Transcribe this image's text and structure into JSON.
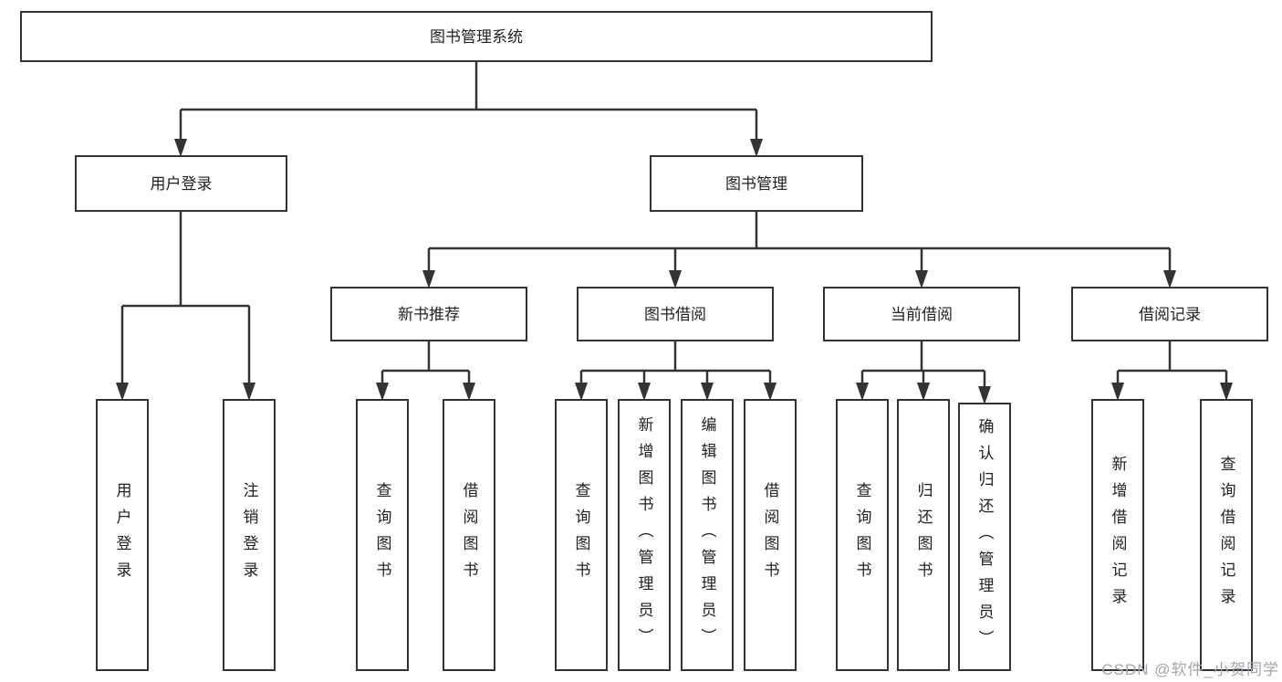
{
  "colors": {
    "line": "#333333",
    "box_bg": "#ffffff",
    "text": "#222222",
    "watermark": "#a5a5ad",
    "background": "#ffffff"
  },
  "watermark": "CSDN @软件_小贺同学",
  "tree": {
    "label": "图书管理系统",
    "children": [
      {
        "label": "用户登录",
        "children": [
          {
            "label": "用户登录"
          },
          {
            "label": "注销登录"
          }
        ]
      },
      {
        "label": "图书管理",
        "children": [
          {
            "label": "新书推荐",
            "children": [
              {
                "label": "查询图书"
              },
              {
                "label": "借阅图书"
              }
            ]
          },
          {
            "label": "图书借阅",
            "children": [
              {
                "label": "查询图书"
              },
              {
                "label": "新增图书（管理员）"
              },
              {
                "label": "编辑图书（管理员）"
              },
              {
                "label": "借阅图书"
              }
            ]
          },
          {
            "label": "当前借阅",
            "children": [
              {
                "label": "查询图书"
              },
              {
                "label": "归还图书"
              },
              {
                "label": "确认归还（管理员）"
              }
            ]
          },
          {
            "label": "借阅记录",
            "children": [
              {
                "label": "新增借阅记录"
              },
              {
                "label": "查询借阅记录"
              }
            ]
          }
        ]
      }
    ]
  }
}
